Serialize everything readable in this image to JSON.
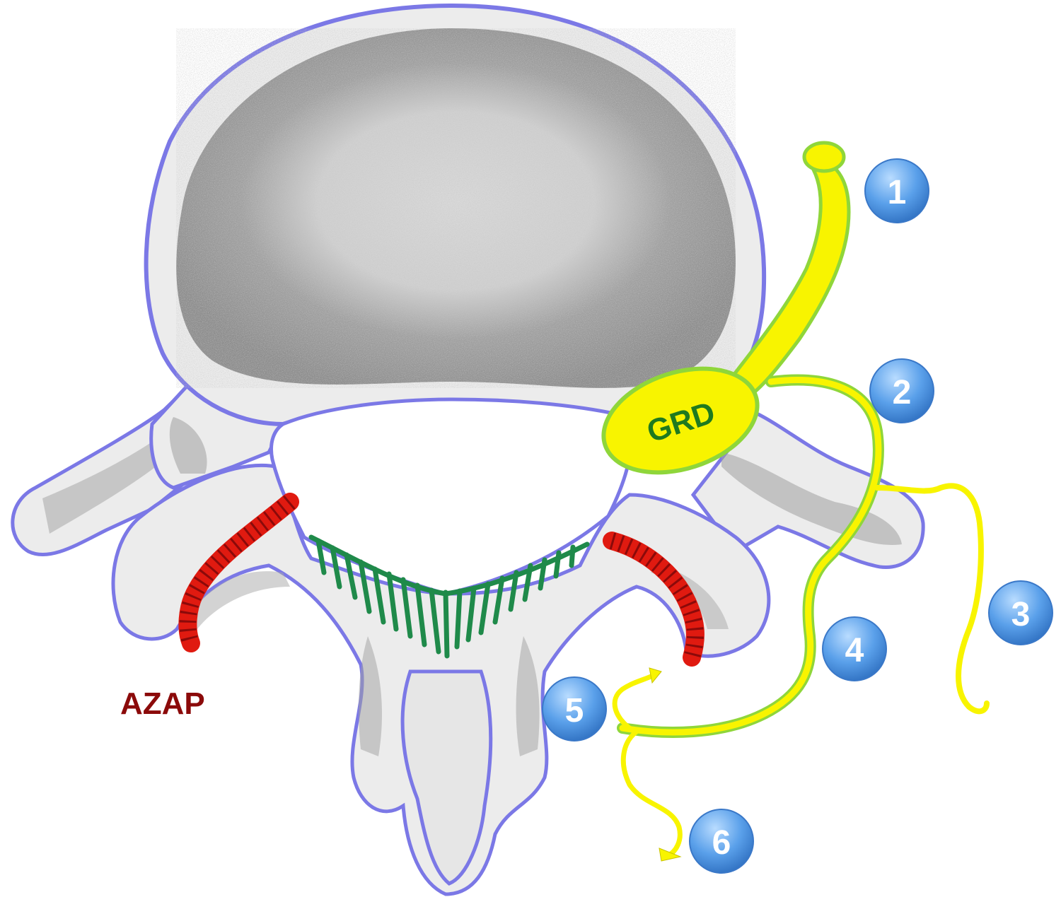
{
  "colors": {
    "bone_fill": "#ececec",
    "bone_outline": "#7b78e6",
    "speckle": "#8f8f8f",
    "nerve_fill": "#f8f400",
    "nerve_outline": "#8fd63a",
    "grd_text": "#1f7a1f",
    "joint_red": "#e01a10",
    "ligament_green": "#1f8a4a",
    "azap_text": "#8b0a0a",
    "badge_fill": "#4a90e2",
    "badge_text": "#ffffff"
  },
  "labels": {
    "ganglion": "GRD",
    "joint": "AZAP"
  },
  "badges": [
    "1",
    "2",
    "3",
    "4",
    "5",
    "6"
  ]
}
